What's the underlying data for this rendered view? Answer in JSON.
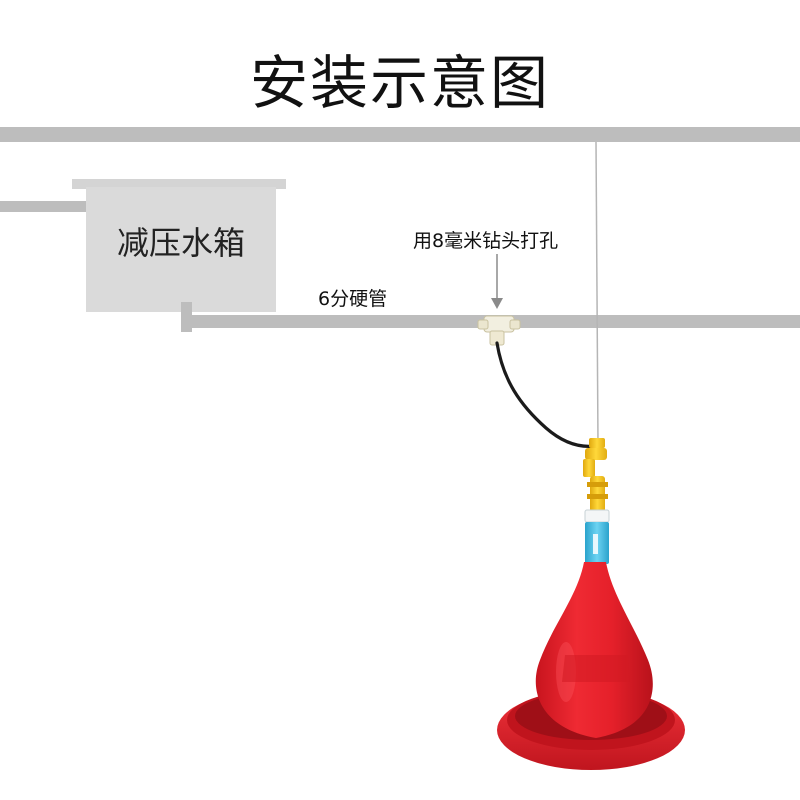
{
  "title": "安装示意图",
  "labels": {
    "tank": "减压水箱",
    "drill": "用8毫米钻头打孔",
    "pipe": "6分硬管"
  },
  "colors": {
    "pipe": "#bdbdbd",
    "tank": "#dadada",
    "feeder_red": "#e5202a",
    "feeder_dark_red": "#b8141d",
    "valve_yellow": "#f4c41c",
    "connector_blue": "#38b7e0"
  }
}
